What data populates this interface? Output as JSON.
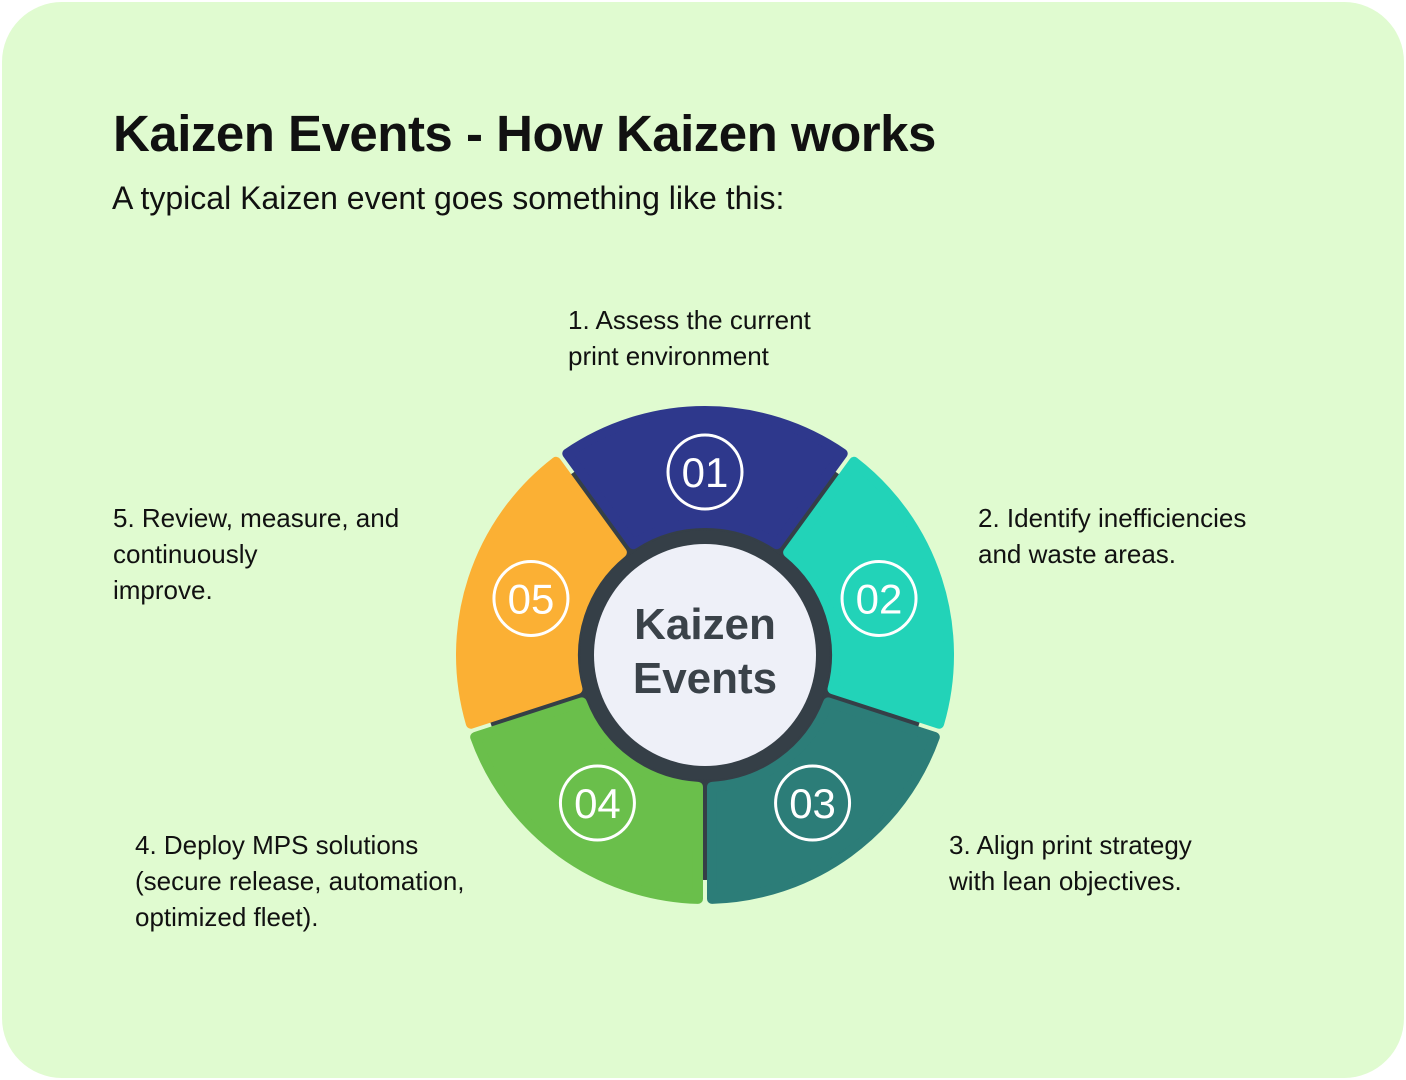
{
  "header": {
    "title": "Kaizen Events - How Kaizen works",
    "subtitle": "A typical Kaizen event goes something like this:"
  },
  "wheel": {
    "center_label_line1": "Kaizen",
    "center_label_line2": "Events",
    "ring_color": "#353f47",
    "center_color": "#eef0f8",
    "segments": [
      {
        "number": "01",
        "color": "#2e388c"
      },
      {
        "number": "02",
        "color": "#22d3b8"
      },
      {
        "number": "03",
        "color": "#2c7d78"
      },
      {
        "number": "04",
        "color": "#6abf4b"
      },
      {
        "number": "05",
        "color": "#fbb034"
      }
    ]
  },
  "steps": [
    {
      "text": "1.  Assess the current\n     print environment"
    },
    {
      "text": "2. Identify inefficiencies\nand waste areas."
    },
    {
      "text": "3. Align print strategy\nwith lean objectives."
    },
    {
      "text": "4. Deploy MPS solutions\n(secure release, automation,\noptimized fleet)."
    },
    {
      "text": "5. Review, measure, and\ncontinuously\nimprove."
    }
  ]
}
